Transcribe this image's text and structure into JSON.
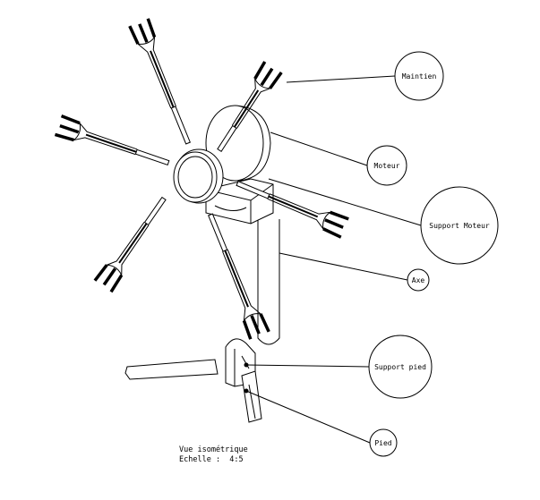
{
  "labels": {
    "maintien": "Maintien",
    "moteur": "Moteur",
    "support_moteur": "Support Moteur",
    "axe": "Axe",
    "support_pied": "Support pied",
    "pied": "Pied"
  },
  "caption": {
    "view": "Vue isométrique",
    "scale": "Echelle :  4:5"
  },
  "colors": {
    "line": "#000000",
    "background": "#ffffff"
  }
}
